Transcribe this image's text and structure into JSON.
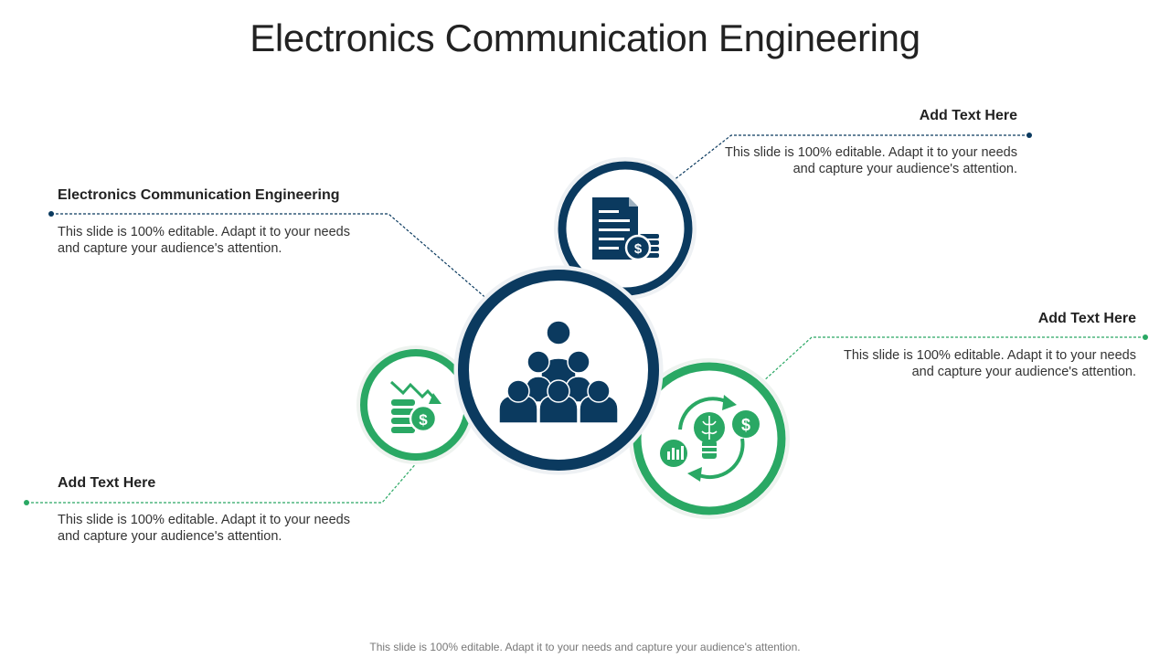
{
  "title": "Electronics Communication Engineering",
  "colors": {
    "navy": "#0B3A5F",
    "green": "#2AA864",
    "text": "#222222"
  },
  "blocks": {
    "top_left": {
      "heading": "Electronics Communication Engineering",
      "body_line1": "This slide is 100% editable.  Adapt it to your needs",
      "body_line2": "and capture your audience's attention."
    },
    "top_right": {
      "heading": "Add  Text Here",
      "body_line1": "This slide is 100% editable.  Adapt it to your needs",
      "body_line2": "and capture your audience's attention."
    },
    "mid_right": {
      "heading": "Add  Text Here",
      "body_line1": "This slide is 100% editable.  Adapt it to your needs",
      "body_line2": "and capture your audience's attention."
    },
    "bottom_left": {
      "heading": "Add  Text Here",
      "body_line1": "This slide is 100% editable.  Adapt it to your needs",
      "body_line2": "and capture your audience's attention."
    }
  },
  "icons": {
    "center": "team-pyramid-icon",
    "top": "document-dollar-icon",
    "left": "declining-money-icon",
    "right": "idea-finance-cycle-icon"
  },
  "footer": "This slide is 100% editable. Adapt it to your needs and capture your audience's attention."
}
